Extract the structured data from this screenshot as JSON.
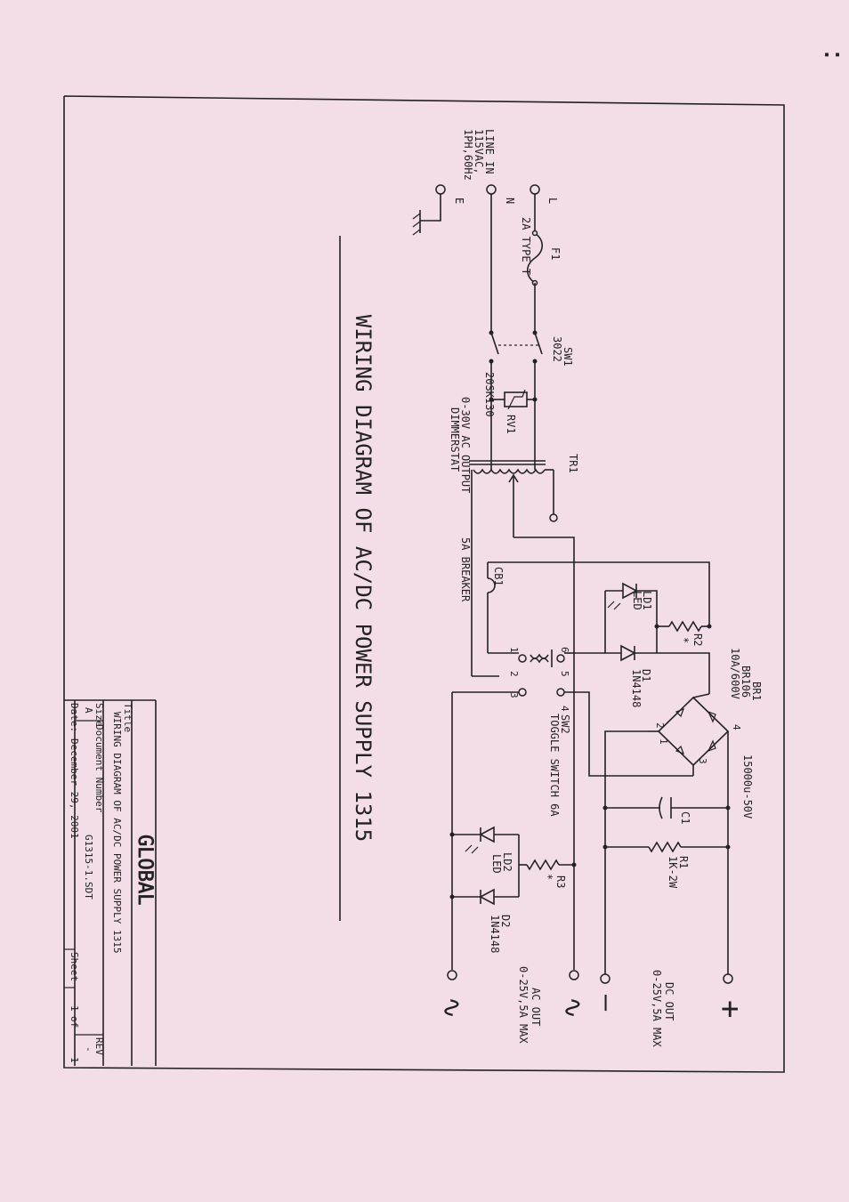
{
  "title": "WIRING DIAGRAM OF AC/DC POWER SUPPLY 1315",
  "line_in": [
    "LINE IN",
    "115VAC,",
    "1PH,60Hz"
  ],
  "terminals": {
    "L": "L",
    "N": "N",
    "E": "E"
  },
  "components": {
    "F1": {
      "ref": "F1",
      "value": "2A TYPE T"
    },
    "SW1": {
      "ref": "SW1",
      "value": "3022"
    },
    "RV1": {
      "ref": "RV1",
      "value": "20SK130"
    },
    "TR1": {
      "ref": "TR1",
      "value1": "0-30V AC OUTPUT",
      "value2": "DIMMERSTAT"
    },
    "CB1": {
      "ref": "CB1",
      "value": "5A BREAKER"
    },
    "SW2": {
      "ref": "SW2",
      "value": "TOGGLE SWITCH 6A",
      "pins": [
        "1",
        "2",
        "3",
        "4",
        "5",
        "6"
      ]
    },
    "LD1": {
      "ref": "LD1",
      "value": "LED"
    },
    "D1": {
      "ref": "D1",
      "value": "1N4148"
    },
    "R2": {
      "ref": "R2",
      "value": "*"
    },
    "BR1": {
      "ref": "BR1",
      "value1": "BR106",
      "value2": "10A/600V",
      "pins": [
        "1",
        "2",
        "3",
        "4"
      ]
    },
    "C1": {
      "ref": "C1",
      "value": "15000u-50V"
    },
    "R1": {
      "ref": "R1",
      "value": "1K-2W"
    },
    "LD2": {
      "ref": "LD2",
      "value": "LED"
    },
    "D2": {
      "ref": "D2",
      "value": "1N4148"
    },
    "R3": {
      "ref": "R3",
      "value": "*"
    }
  },
  "outputs": {
    "dc": [
      "DC OUT",
      "0-25V,5A MAX"
    ],
    "ac": [
      "AC OUT",
      "0-25V,5A MAX"
    ],
    "plus": "+",
    "minus": "—",
    "tilde": "∿"
  },
  "title_block": {
    "company": "GLOBAL",
    "title_label": "Title",
    "title": "WIRING DIAGRAM OF AC/DC POWER SUPPLY 1315",
    "size_label": "Size",
    "size": "A",
    "doc_label": "Document Number",
    "doc": "G1315-1.SDT",
    "rev_label": "REV",
    "rev": "-",
    "date_label": "Date:",
    "date": "December 29, 2001",
    "sheet_label": "Sheet",
    "sheet": "1",
    "of_label": "of",
    "of_total": "1"
  },
  "colors": {
    "paper": "#f3dde8",
    "ink": "#222222"
  }
}
